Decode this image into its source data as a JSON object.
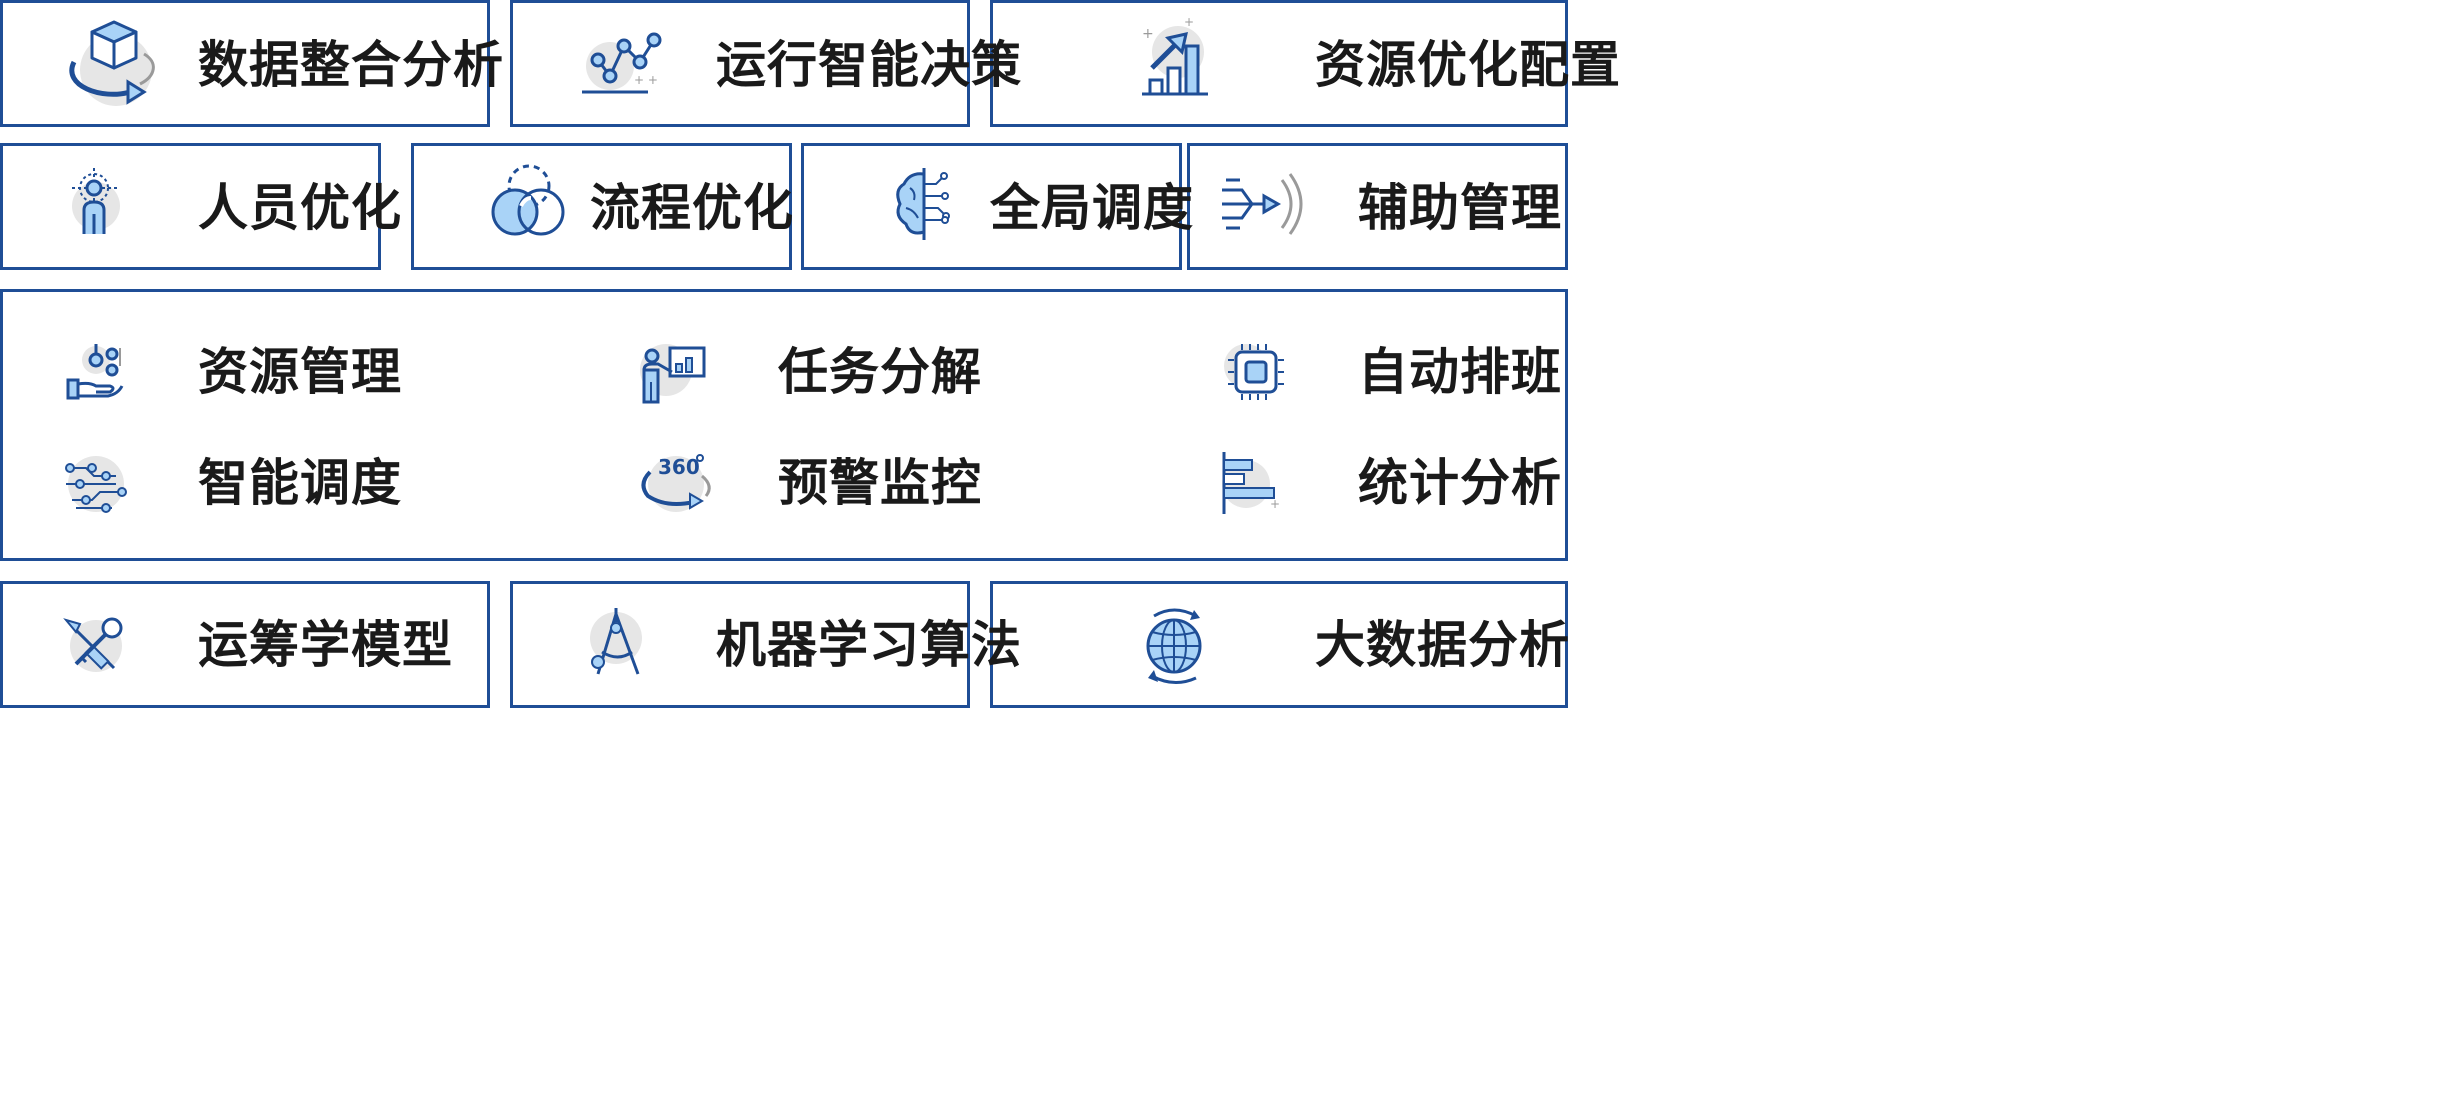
{
  "colors": {
    "border": "#1f4e96",
    "icon_stroke": "#1f4e96",
    "icon_fill": "#a9d3f7",
    "icon_bg": "#e6e6e6",
    "text": "#1a1a1a"
  },
  "row1": [
    {
      "label": "数据整合分析",
      "icon": "cube-rotate-icon"
    },
    {
      "label": "运行智能决策",
      "icon": "line-graph-icon"
    },
    {
      "label": "资源优化配置",
      "icon": "growth-bars-icon"
    }
  ],
  "row2": [
    {
      "label": "人员优化",
      "icon": "person-target-icon"
    },
    {
      "label": "流程优化",
      "icon": "venn-circles-icon"
    },
    {
      "label": "全局调度",
      "icon": "brain-circuit-icon"
    },
    {
      "label": "辅助管理",
      "icon": "arrow-signal-icon"
    }
  ],
  "panel": [
    {
      "label": "资源管理",
      "icon": "hand-molecule-icon"
    },
    {
      "label": "任务分解",
      "icon": "presenter-chart-icon"
    },
    {
      "label": "自动排班",
      "icon": "chip-icon"
    },
    {
      "label": "智能调度",
      "icon": "circuit-nodes-icon"
    },
    {
      "label": "预警监控",
      "icon": "360-view-icon"
    },
    {
      "label": "统计分析",
      "icon": "horizontal-bars-icon"
    }
  ],
  "row4": [
    {
      "label": "运筹学模型",
      "icon": "tools-crossed-icon"
    },
    {
      "label": "机器学习算法",
      "icon": "compass-icon"
    },
    {
      "label": "大数据分析",
      "icon": "globe-icon"
    }
  ]
}
